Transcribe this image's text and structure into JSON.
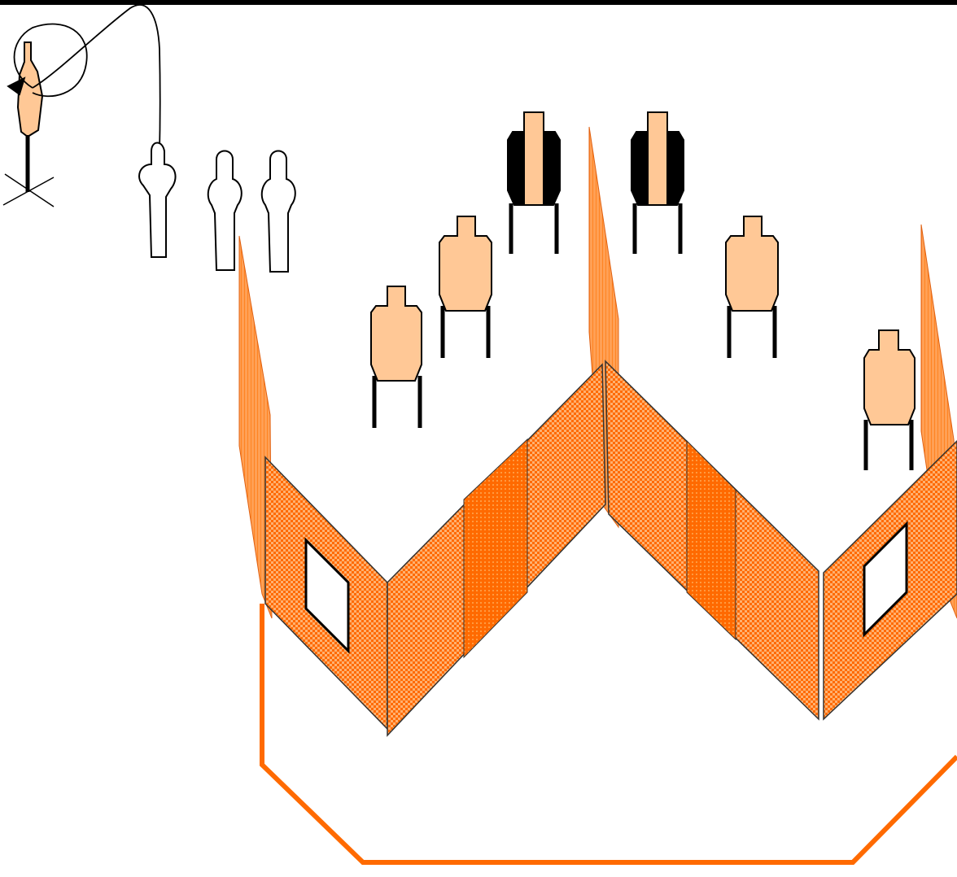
{
  "diagram": {
    "colors": {
      "target_fill": "#FFC896",
      "wall_orange": "#FF6A00",
      "wall_light": "#FFB070",
      "fault_line": "#FF6A00",
      "no_shoot_fill": "#FFFFFF",
      "steel_black": "#000000",
      "top_bar": "#000000"
    },
    "elements": {
      "paper_targets": 6,
      "steel_poppers": 2,
      "no_shoot_targets": 3,
      "moving_targets": 1,
      "wall_windows": 2,
      "vision_barriers": 3
    }
  }
}
